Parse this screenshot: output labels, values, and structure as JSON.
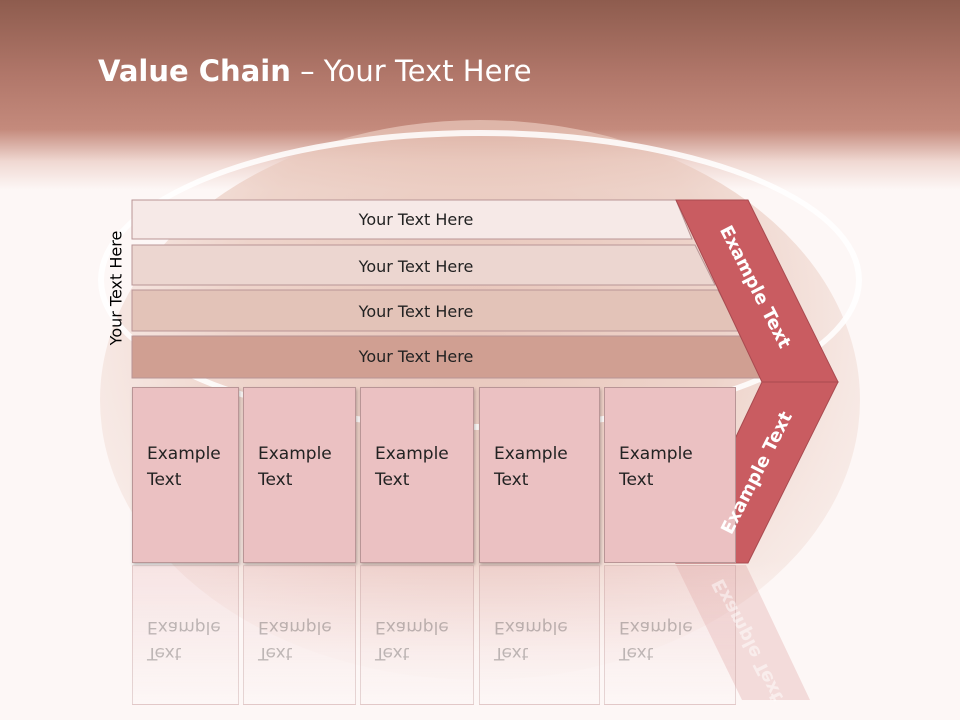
{
  "title": {
    "bold": "Value Chain",
    "rest": " – Your Text Here"
  },
  "side_label": "Your Text Here",
  "bars": [
    {
      "label": "Your Text Here",
      "color": "#f6e9e7"
    },
    {
      "label": "Your Text Here",
      "color": "#ecd6d0"
    },
    {
      "label": "Your Text Here",
      "color": "#e3c3b8"
    },
    {
      "label": "Your Text Here",
      "color": "#d09f92"
    }
  ],
  "boxes": [
    {
      "line1": "Example",
      "line2": "Text"
    },
    {
      "line1": "Example",
      "line2": "Text"
    },
    {
      "line1": "Example",
      "line2": "Text"
    },
    {
      "line1": "Example",
      "line2": "Text"
    },
    {
      "line1": "Example",
      "line2": "Text"
    }
  ],
  "chevron": {
    "upper_label": "Example Text",
    "lower_label": "Example Text",
    "color": "#c95c61"
  },
  "reflection_label": "Example Text"
}
